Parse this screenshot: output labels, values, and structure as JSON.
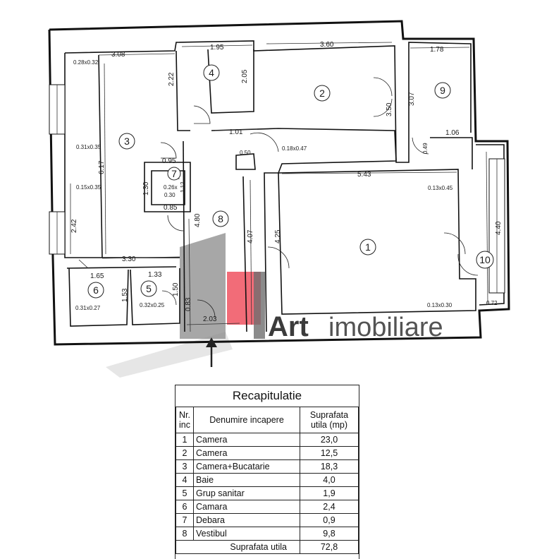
{
  "plan": {
    "rooms": [
      {
        "id": "1",
        "label": "1"
      },
      {
        "id": "2",
        "label": "2"
      },
      {
        "id": "3",
        "label": "3"
      },
      {
        "id": "4",
        "label": "4"
      },
      {
        "id": "5",
        "label": "5"
      },
      {
        "id": "6",
        "label": "6"
      },
      {
        "id": "7",
        "label": "7"
      },
      {
        "id": "8",
        "label": "8"
      },
      {
        "id": "9",
        "label": "9"
      },
      {
        "id": "10",
        "label": "10"
      }
    ],
    "dimensions": [
      "3.08",
      "0.28x0.32",
      "1.95",
      "3.60",
      "1.78",
      "2.22",
      "2.05",
      "3.07",
      "3.50",
      "1.01",
      "1.06",
      "0.50",
      "0.18x0.47",
      "0.49",
      "0.31x0.35",
      "6.17",
      "0.95",
      "5.43",
      "0.15x0.35",
      "1.30",
      "0.26x",
      "0.30",
      "1.12",
      "0.13x0.45",
      "0.85",
      "4.40",
      "4.80",
      "2.42",
      "4.07",
      "4.25",
      "3.30",
      "1.65",
      "1.33",
      "1.53",
      "1.50",
      "0.31x0.27",
      "0.32x0.25",
      "0.83",
      "2.03",
      "0.13x0.30",
      "0.72"
    ]
  },
  "watermark": {
    "brand": "Art",
    "suffix": "imobiliare",
    "accent_color": "#ee3b4b",
    "gray_color": "#6e6e6e"
  },
  "summary": {
    "title": "Recapitulatie",
    "headers": {
      "nr": "Nr. inc",
      "name": "Denumire incapere",
      "area": "Suprafata utila (mp)"
    },
    "rows": [
      {
        "nr": "1",
        "name": "Camera",
        "area": "23,0"
      },
      {
        "nr": "2",
        "name": "Camera",
        "area": "12,5"
      },
      {
        "nr": "3",
        "name": "Camera+Bucatarie",
        "area": "18,3"
      },
      {
        "nr": "4",
        "name": "Baie",
        "area": "4,0"
      },
      {
        "nr": "5",
        "name": "Grup sanitar",
        "area": "1,9"
      },
      {
        "nr": "6",
        "name": "Camara",
        "area": "2,4"
      },
      {
        "nr": "7",
        "name": "Debara",
        "area": "0,9"
      },
      {
        "nr": "8",
        "name": "Vestibul",
        "area": "9,8"
      }
    ],
    "total_label": "Suprafata utila",
    "total_value": "72,8"
  }
}
